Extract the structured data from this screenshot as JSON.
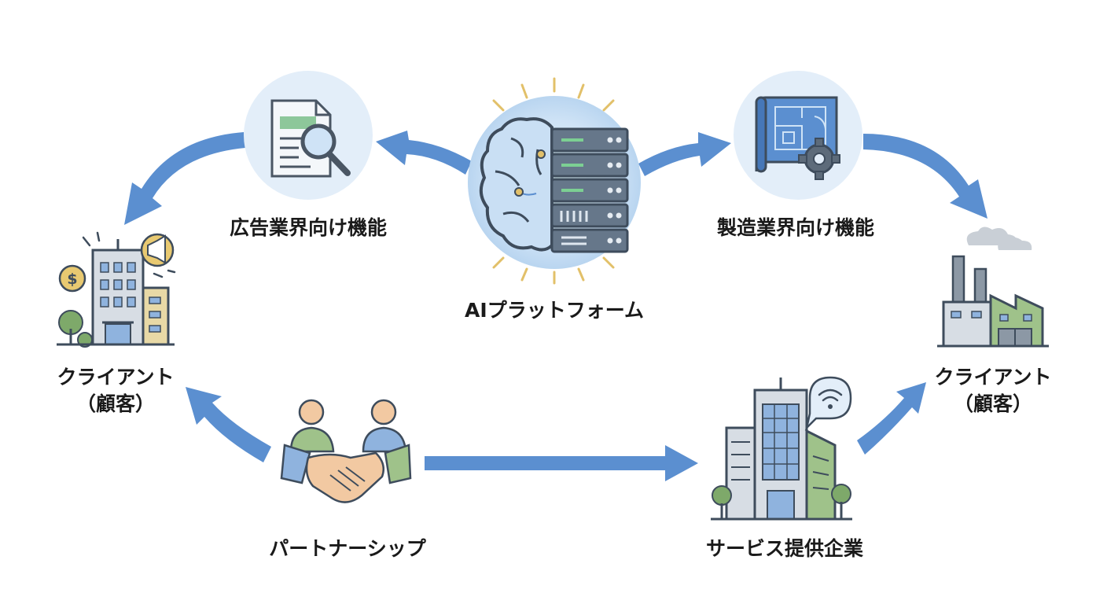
{
  "diagram": {
    "labels": {
      "advertising": "広告業界向け機能",
      "ai_platform": "AIプラットフォーム",
      "manufacturing": "製造業界向け機能",
      "client_left_line1": "クライアント",
      "client_left_line2": "（顧客）",
      "client_right_line1": "クライアント",
      "client_right_line2": "（顧客）",
      "partnership": "パートナーシップ",
      "service_provider": "サービス提供企業"
    },
    "icons": {
      "advertising": "document-magnifier-icon",
      "ai_platform": "brain-server-icon",
      "manufacturing": "blueprint-gear-icon",
      "client_left": "office-building-megaphone-icon",
      "client_right": "factory-icon",
      "partnership": "handshake-icon",
      "service_provider": "office-tower-wifi-icon"
    },
    "colors": {
      "arrow": "#5b8fd0",
      "circle_bg": "#e3eef9",
      "text": "#1a1a1a",
      "accent_green": "#7ea96a",
      "accent_gold": "#e2c069"
    }
  }
}
